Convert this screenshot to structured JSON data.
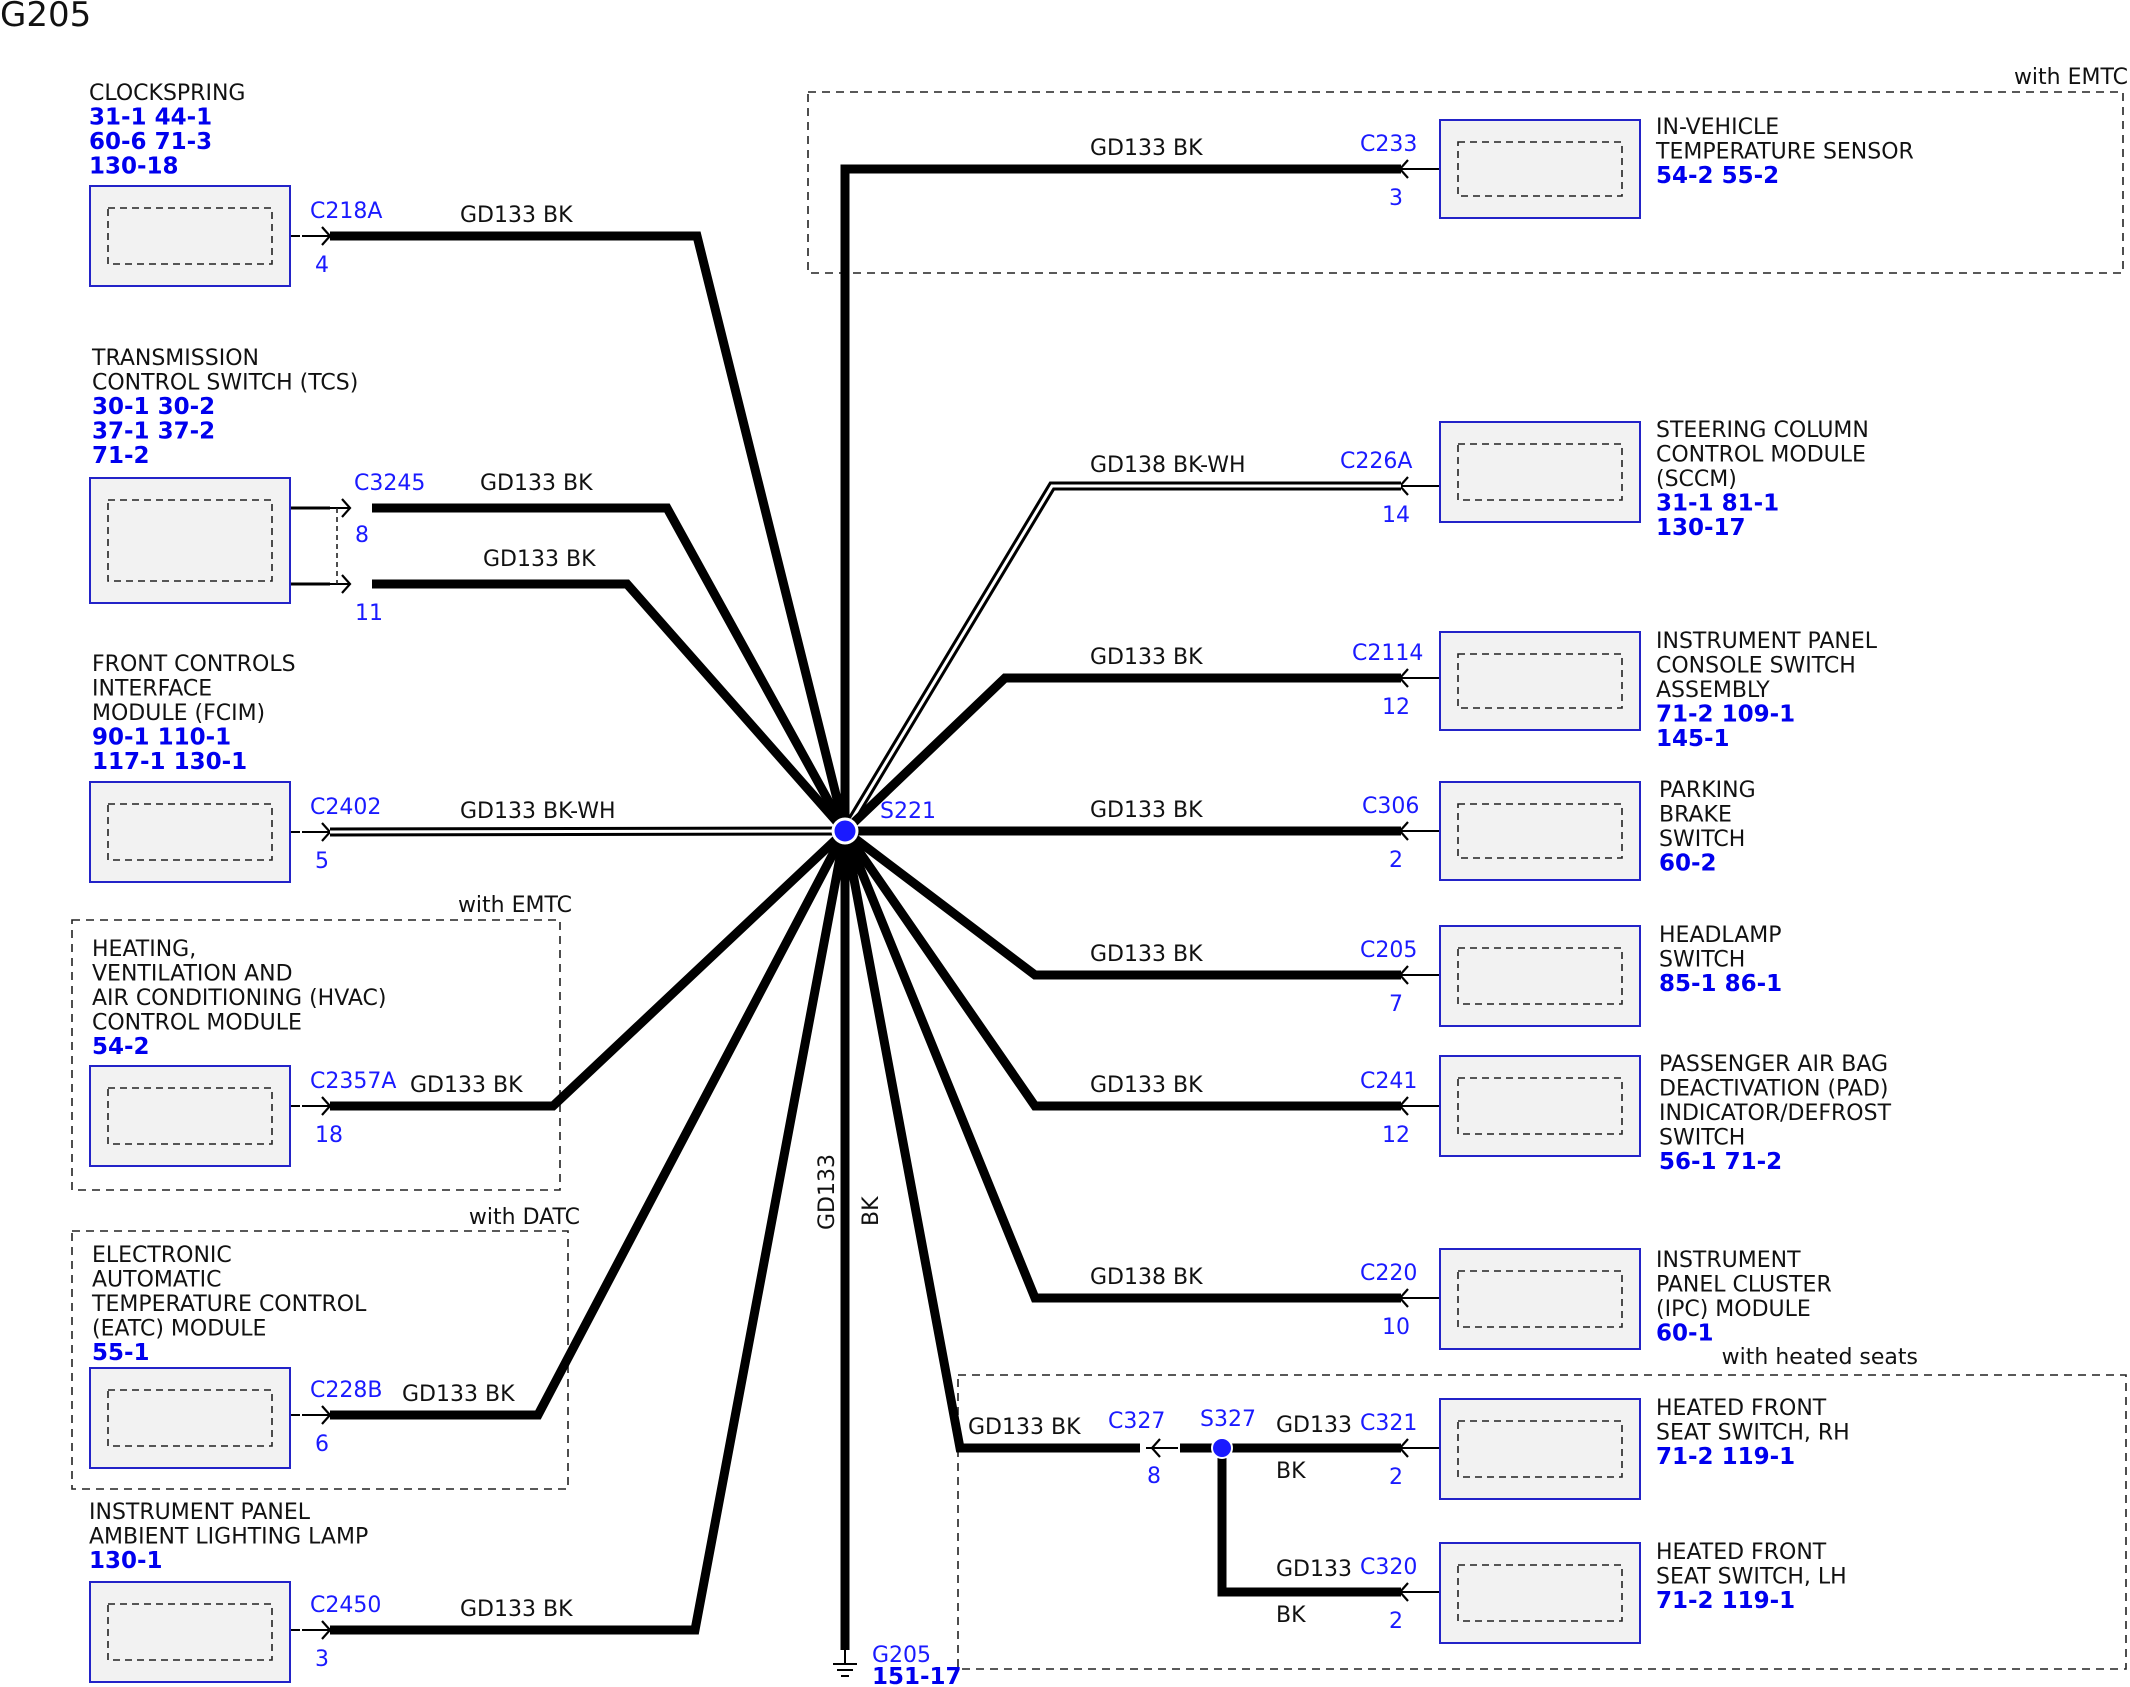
{
  "title": "G205",
  "colors": {
    "wire": "#000000",
    "connector_text": "#1a1aff",
    "ref_text": "#0000ee",
    "box_border": "#2323c8",
    "box_fill": "#f2f2f2",
    "splice": "#1a1aff"
  },
  "splice_main": {
    "label": "S221"
  },
  "splice_seat": {
    "label": "S327"
  },
  "ground": {
    "label": "G205",
    "ref": "151-17"
  },
  "trunk_wire": {
    "circuit": "GD133",
    "color": "BK"
  },
  "groups": {
    "emtc_right": "with EMTC",
    "emtc_left": "with EMTC",
    "datc": "with DATC",
    "heated": "with heated seats"
  },
  "left_components": [
    {
      "name_lines": [
        "CLOCKSPRING"
      ],
      "refs": [
        "31-1   44-1",
        "60-6   71-3",
        "130-18"
      ],
      "connector": "C218A",
      "pin": "4",
      "circuit": "GD133",
      "color": "BK"
    },
    {
      "name_lines": [
        "TRANSMISSION",
        "CONTROL SWITCH (TCS)"
      ],
      "refs": [
        "30-1   30-2",
        "37-1   37-2",
        "71-2"
      ],
      "connector": "C3245",
      "pin": "8",
      "pin2": "11",
      "circuit": "GD133",
      "color": "BK",
      "circuit2": "GD133",
      "color2": "BK"
    },
    {
      "name_lines": [
        "FRONT CONTROLS",
        "INTERFACE",
        "MODULE (FCIM)"
      ],
      "refs": [
        "90-1   110-1",
        "117-1 130-1"
      ],
      "connector": "C2402",
      "pin": "5",
      "circuit": "GD133",
      "color": "BK-WH"
    },
    {
      "name_lines": [
        "HEATING,",
        "VENTILATION AND",
        "AIR CONDITIONING (HVAC)",
        "CONTROL MODULE"
      ],
      "refs": [
        "54-2"
      ],
      "connector": "C2357A",
      "pin": "18",
      "circuit": "GD133",
      "color": "BK"
    },
    {
      "name_lines": [
        "ELECTRONIC",
        "AUTOMATIC",
        "TEMPERATURE CONTROL",
        "(EATC) MODULE"
      ],
      "refs": [
        "55-1"
      ],
      "connector": "C228B",
      "pin": "6",
      "circuit": "GD133",
      "color": "BK"
    },
    {
      "name_lines": [
        "INSTRUMENT PANEL",
        "AMBIENT LIGHTING LAMP"
      ],
      "refs": [
        "130-1"
      ],
      "connector": "C2450",
      "pin": "3",
      "circuit": "GD133",
      "color": "BK"
    }
  ],
  "right_components": [
    {
      "name_lines": [
        "IN-VEHICLE",
        "TEMPERATURE SENSOR"
      ],
      "refs": [
        "54-2   55-2"
      ],
      "connector": "C233",
      "pin": "3",
      "circuit": "GD133",
      "color": "BK"
    },
    {
      "name_lines": [
        "STEERING COLUMN",
        "CONTROL MODULE",
        "(SCCM)"
      ],
      "refs": [
        "31-1   81-1",
        "130-17"
      ],
      "connector": "C226A",
      "pin": "14",
      "circuit": "GD138",
      "color": "BK-WH"
    },
    {
      "name_lines": [
        "INSTRUMENT PANEL",
        "CONSOLE SWITCH",
        "ASSEMBLY"
      ],
      "refs": [
        "71-2   109-1",
        "145-1"
      ],
      "connector": "C2114",
      "pin": "12",
      "circuit": "GD133",
      "color": "BK"
    },
    {
      "name_lines": [
        "PARKING",
        "BRAKE",
        "SWITCH"
      ],
      "refs": [
        "60-2"
      ],
      "connector": "C306",
      "pin": "2",
      "circuit": "GD133",
      "color": "BK"
    },
    {
      "name_lines": [
        "HEADLAMP",
        "SWITCH"
      ],
      "refs": [
        "85-1   86-1"
      ],
      "connector": "C205",
      "pin": "7",
      "circuit": "GD133",
      "color": "BK"
    },
    {
      "name_lines": [
        "PASSENGER AIR BAG",
        "DEACTIVATION (PAD)",
        "INDICATOR/DEFROST",
        "SWITCH"
      ],
      "refs": [
        "56-1   71-2"
      ],
      "connector": "C241",
      "pin": "12",
      "circuit": "GD133",
      "color": "BK"
    },
    {
      "name_lines": [
        "INSTRUMENT",
        "PANEL CLUSTER",
        "(IPC) MODULE"
      ],
      "refs": [
        "60-1"
      ],
      "connector": "C220",
      "pin": "10",
      "circuit": "GD138",
      "color": "BK"
    },
    {
      "name_lines": [
        "HEATED FRONT",
        "SEAT SWITCH, RH"
      ],
      "refs": [
        "71-2   119-1"
      ],
      "connector": "C321",
      "pin": "2",
      "circuit": "GD133",
      "color": "BK"
    },
    {
      "name_lines": [
        "HEATED FRONT",
        "SEAT SWITCH, LH"
      ],
      "refs": [
        "71-2   119-1"
      ],
      "connector": "C320",
      "pin": "2",
      "circuit": "GD133",
      "color": "BK"
    }
  ],
  "seat_trunk": {
    "connector": "C327",
    "pin": "8",
    "circuit": "GD133",
    "color": "BK"
  }
}
